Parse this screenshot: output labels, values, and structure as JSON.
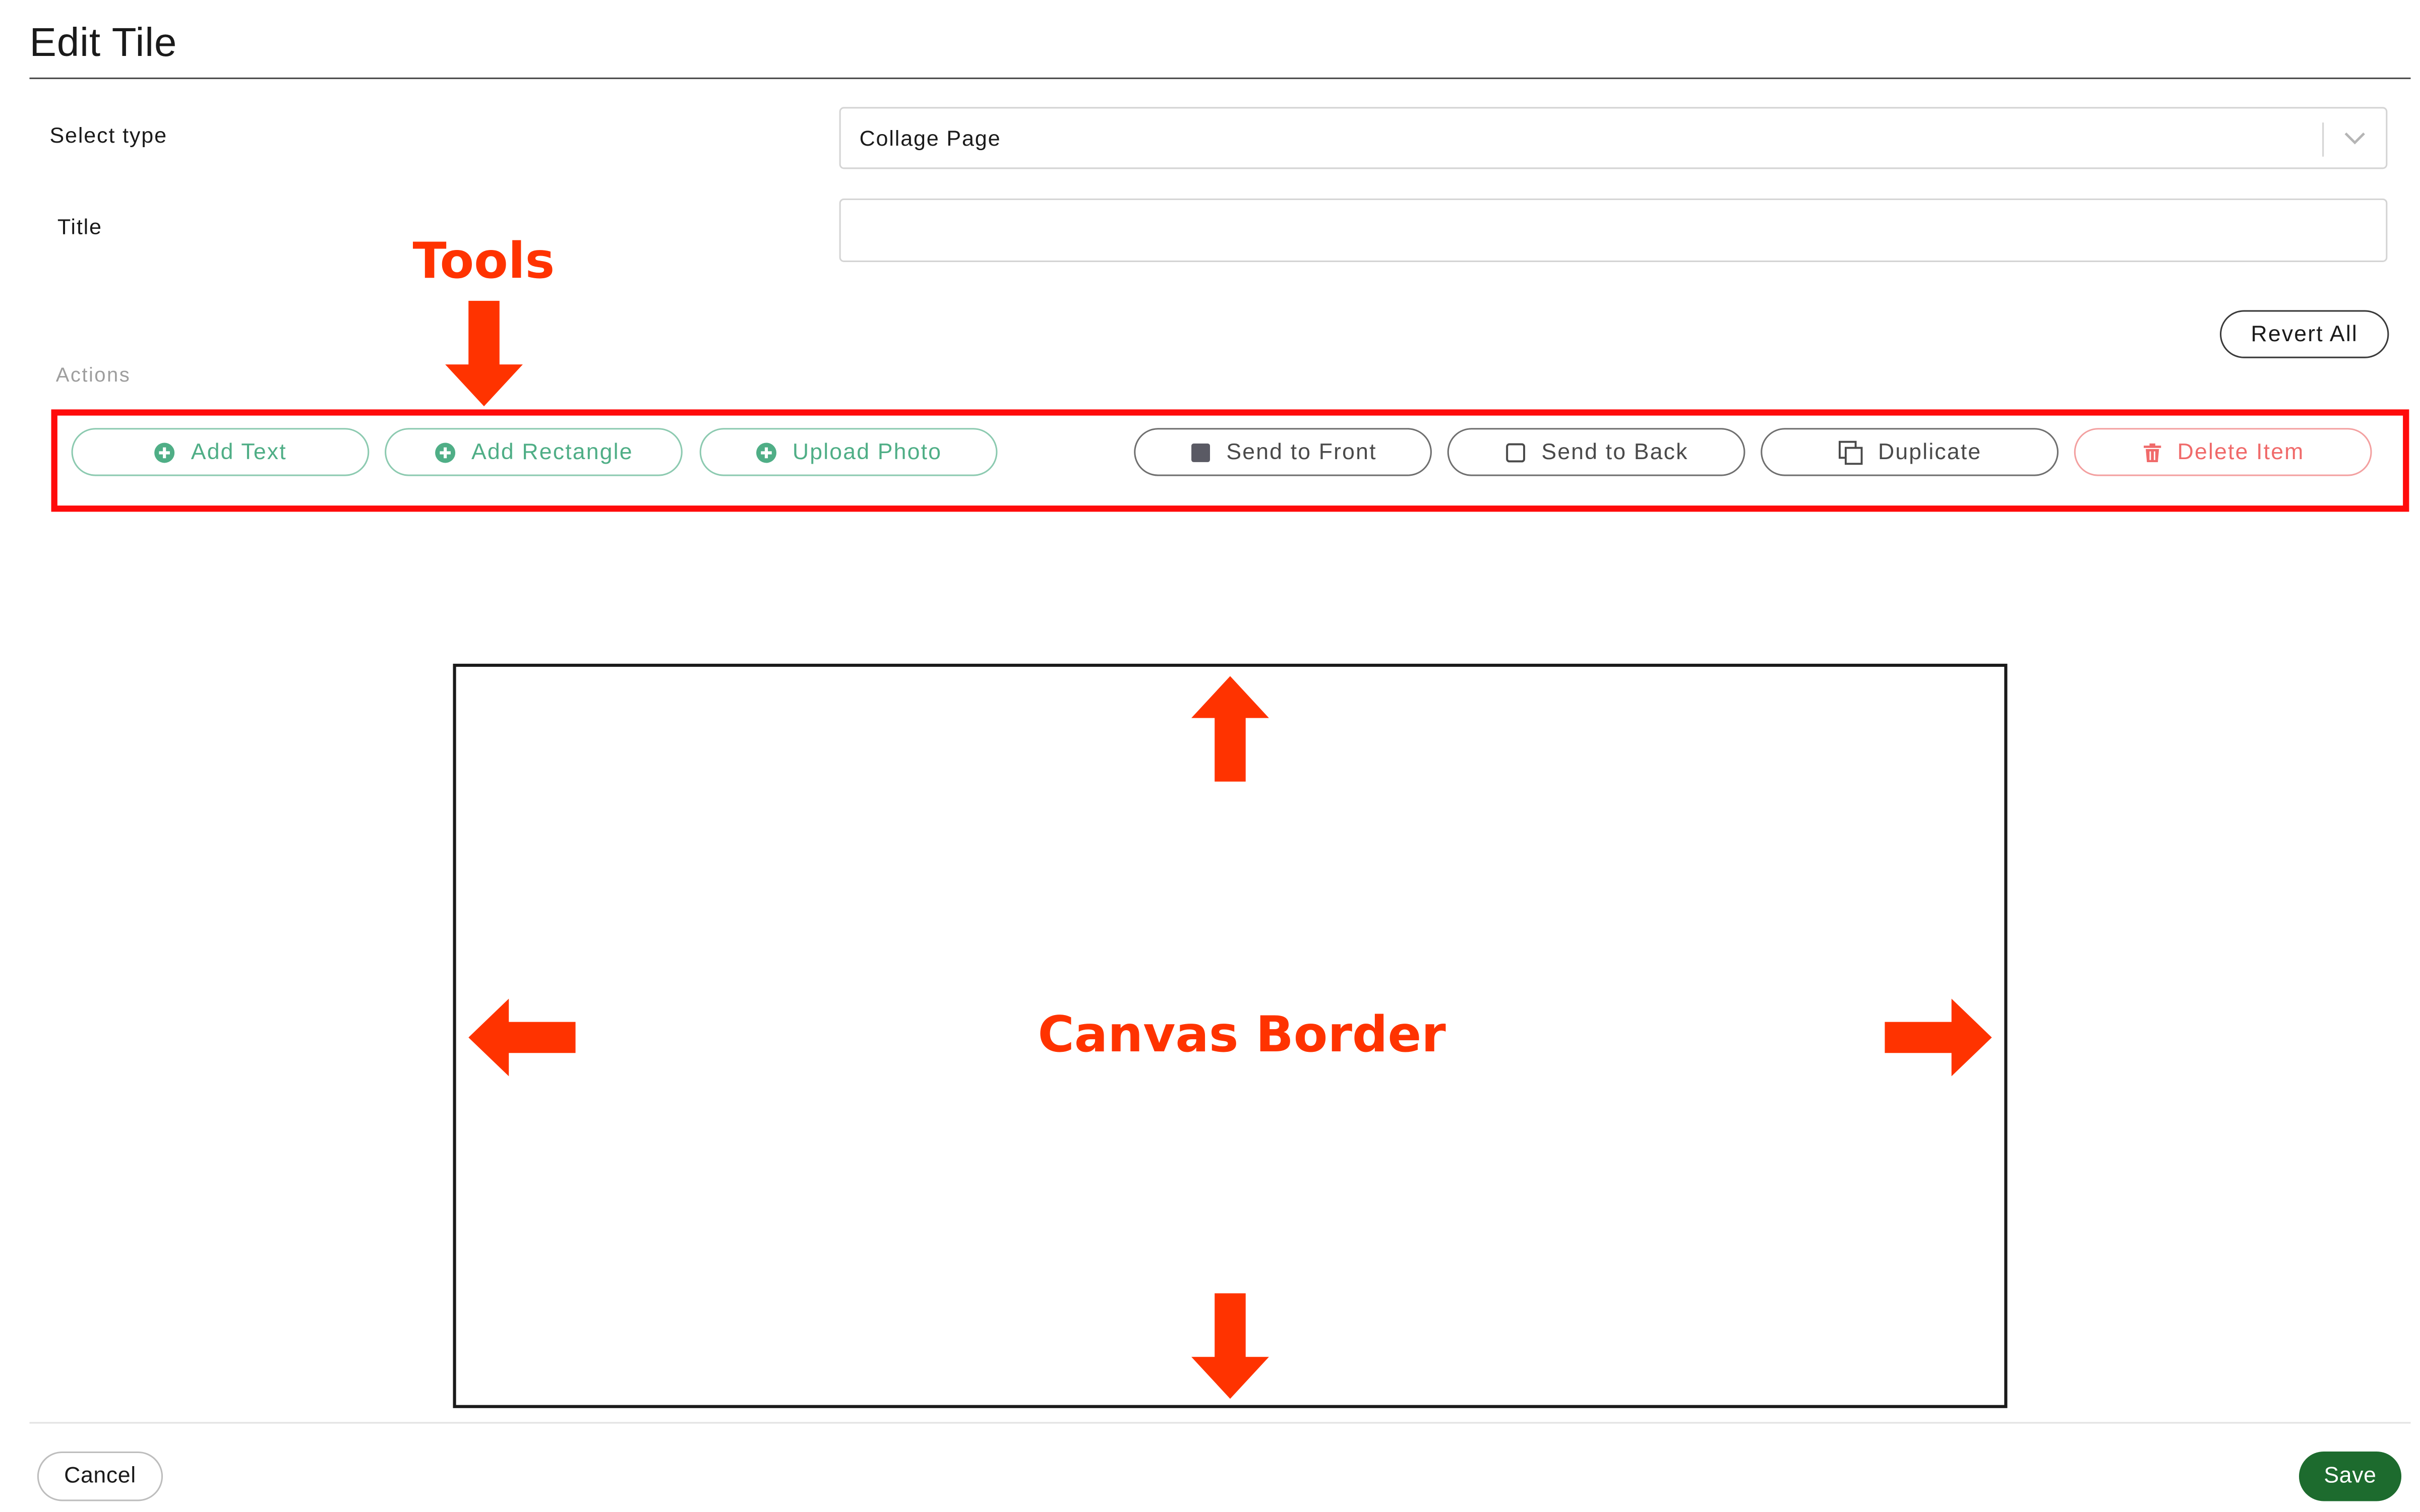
{
  "page": {
    "title": "Edit Tile"
  },
  "form": {
    "select_type": {
      "label": "Select type",
      "value": "Collage Page"
    },
    "title": {
      "label": "Title",
      "value": "",
      "placeholder": ""
    },
    "revert_all_label": "Revert All"
  },
  "actions": {
    "label": "Actions",
    "add_tools": [
      {
        "label": "Add Text",
        "icon": "plus-circle-icon"
      },
      {
        "label": "Add Rectangle",
        "icon": "plus-circle-icon"
      },
      {
        "label": "Upload Photo",
        "icon": "plus-circle-icon"
      }
    ],
    "arrange_tools": [
      {
        "label": "Send to Front",
        "icon": "filled-square-icon"
      },
      {
        "label": "Send to Back",
        "icon": "empty-square-icon"
      },
      {
        "label": "Duplicate",
        "icon": "duplicate-icon"
      }
    ],
    "delete_tool": {
      "label": "Delete Item",
      "icon": "trash-icon"
    }
  },
  "annotations": {
    "tools": "Tools",
    "canvas_border": "Canvas Border",
    "color": "#ff3300",
    "box_color": "#ff0b0b"
  },
  "footer": {
    "cancel_label": "Cancel",
    "save_label": "Save"
  },
  "colors": {
    "green_accent": "#4fae86",
    "red_accent": "#f06a6a",
    "save_button": "#1d6b2e"
  }
}
